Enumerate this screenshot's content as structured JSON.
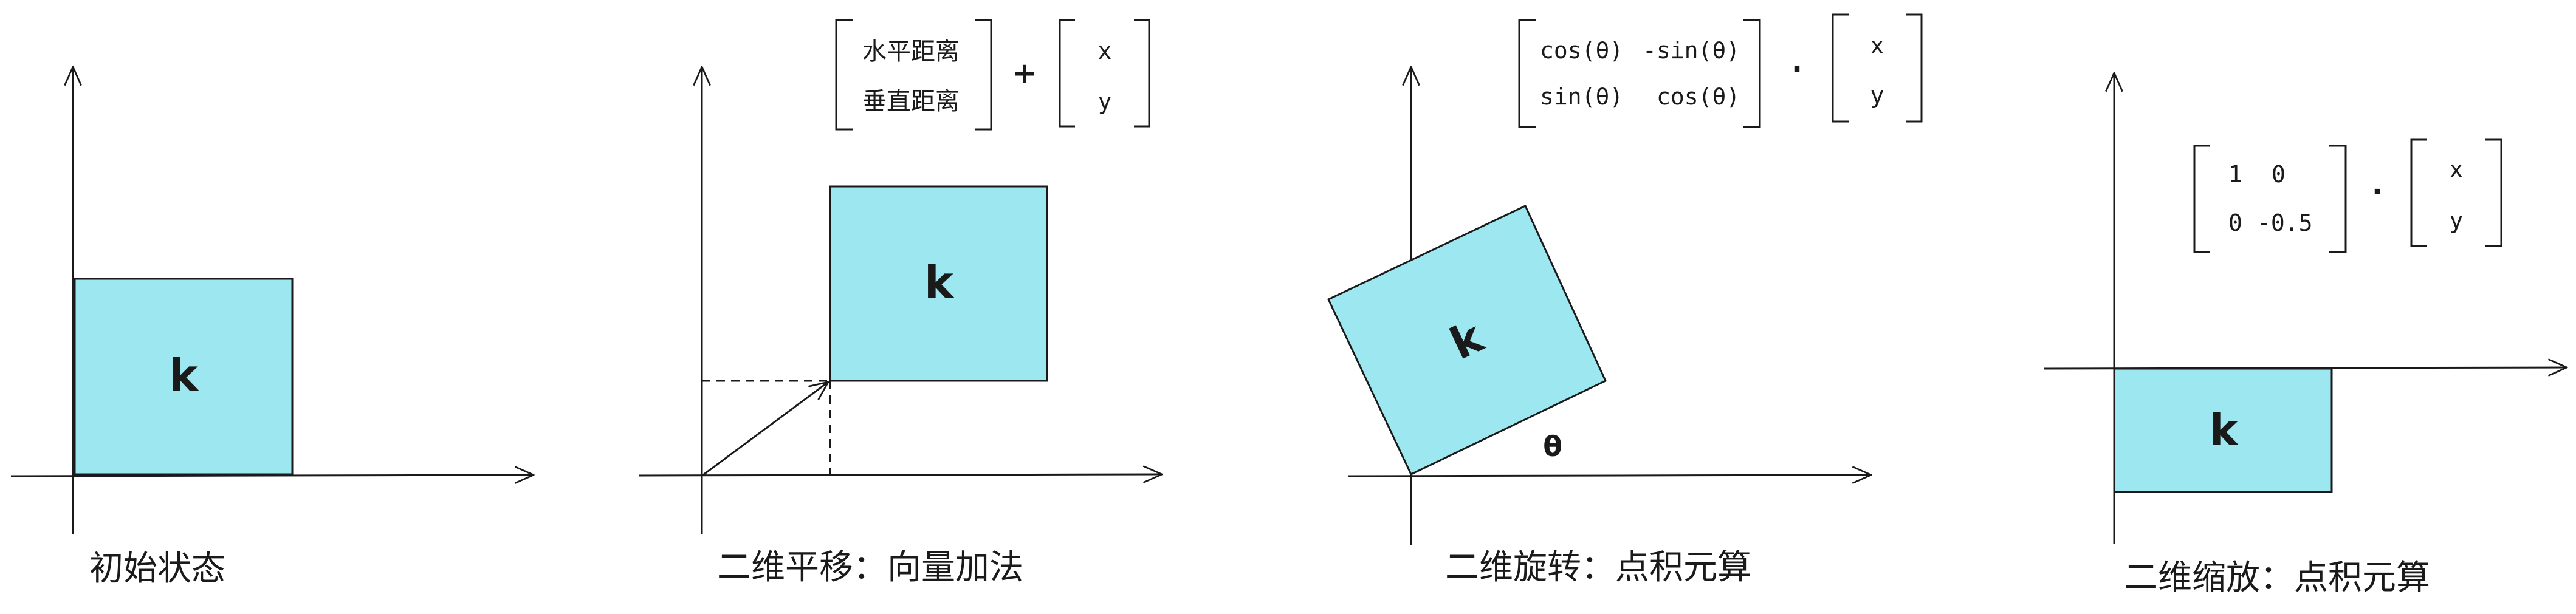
{
  "colors": {
    "square_fill": "#9de8f0",
    "stroke": "#1a1a1a"
  },
  "square_label": "k",
  "panels": {
    "initial": {
      "caption": "初始状态"
    },
    "translate": {
      "caption": "二维平移：向量加法",
      "matrix_a": [
        "水平距离",
        "垂直距离"
      ],
      "operator": "+",
      "vector": [
        "x",
        "y"
      ]
    },
    "rotate": {
      "caption": "二维旋转：点积元算",
      "matrix_row1": [
        "cos(θ)",
        "-sin(θ)"
      ],
      "matrix_row2": [
        "sin(θ)",
        "cos(θ)"
      ],
      "operator": "·",
      "vector": [
        "x",
        "y"
      ],
      "angle_label": "θ"
    },
    "scale": {
      "caption": "二维缩放：点积元算",
      "matrix_row1": [
        "1",
        "0"
      ],
      "matrix_row2": [
        "0",
        "-0.5"
      ],
      "operator": "·",
      "vector": [
        "x",
        "y"
      ]
    }
  }
}
